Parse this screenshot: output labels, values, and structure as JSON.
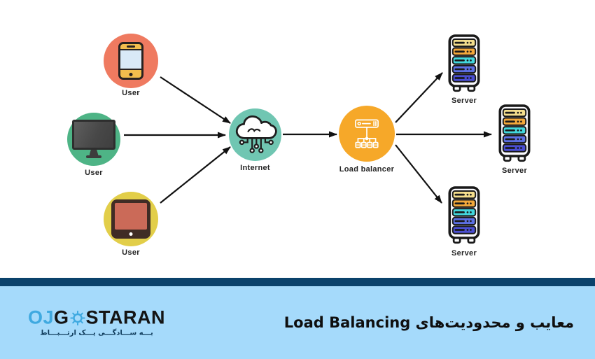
{
  "diagram": {
    "nodes": [
      {
        "label": "User",
        "device": "smartphone",
        "circle_color": "#EF7A60"
      },
      {
        "label": "User",
        "device": "desktop-monitor",
        "circle_color": "#4EB486"
      },
      {
        "label": "User",
        "device": "tablet",
        "circle_color": "#E2CE49"
      },
      {
        "label": "Internet",
        "device": "cloud-network",
        "circle_color": "#70C6B2"
      },
      {
        "label": "Load balancer",
        "device": "load-balancer",
        "circle_color": "#F6A829"
      }
    ],
    "servers": [
      {
        "label": "Server"
      },
      {
        "label": "Server"
      },
      {
        "label": "Server"
      }
    ],
    "server_bar_colors": [
      "#F4DE8D",
      "#F3A93C",
      "#43D7DD",
      "#5C6FE2",
      "#4A4ED1"
    ],
    "arrow_color": "#111111"
  },
  "footer": {
    "accent_bar_color": "#0A426B",
    "background_color": "#A5DAFB",
    "logo": {
      "text_primary": "OJ",
      "text_mid": "G",
      "text_rest": "STARAN",
      "accent_color": "#3FA9E0",
      "text_color": "#141414",
      "tagline": "بـــه ســـادگـــی یـــک ارتـــبـــاط",
      "tagline_color": "#0E3A5A"
    },
    "title": "معایب و محدودیت‌های Load Balancing",
    "title_color": "#0F0F0F"
  }
}
